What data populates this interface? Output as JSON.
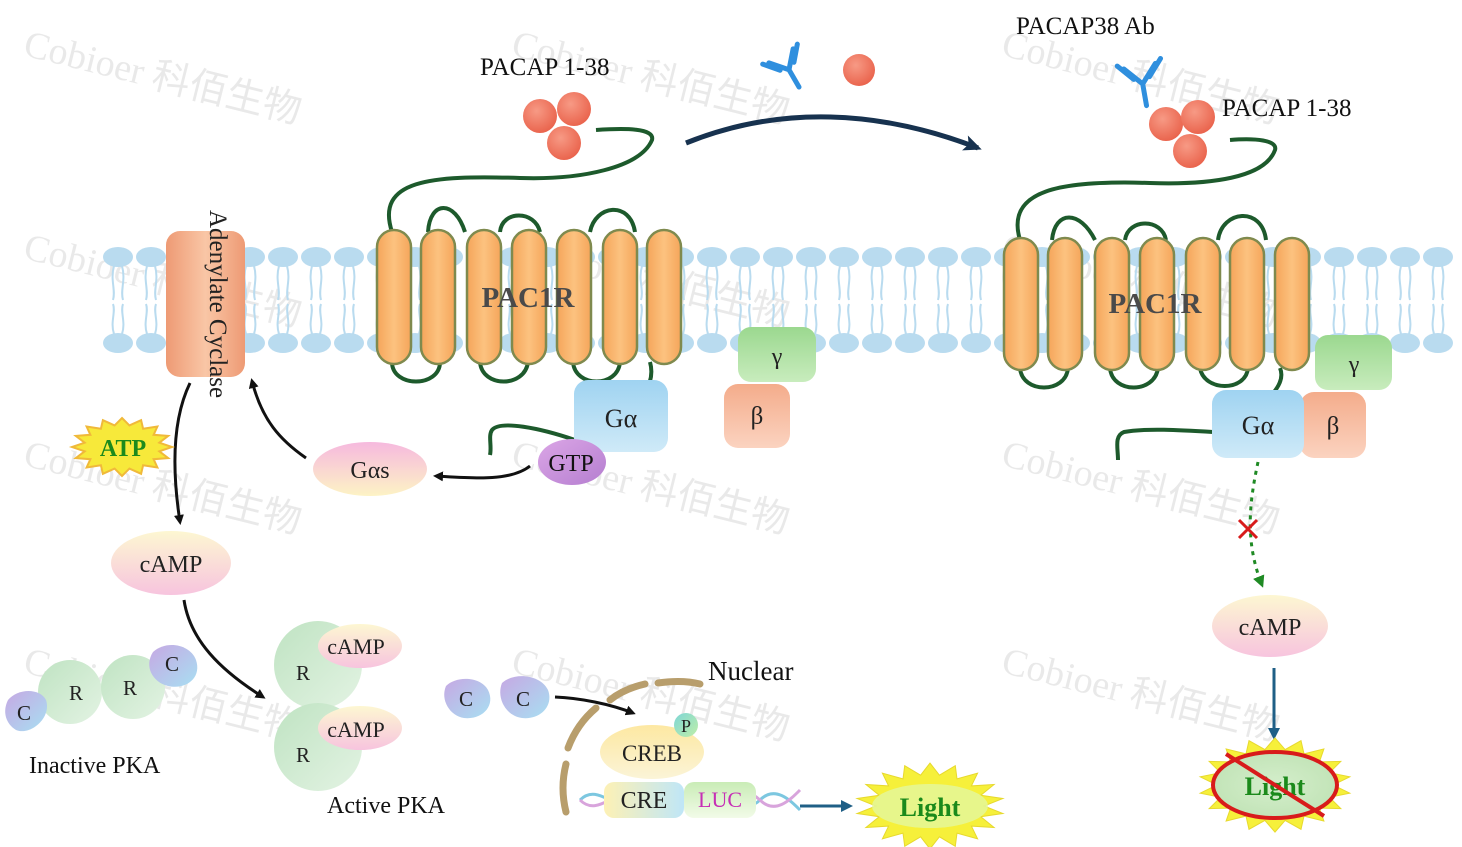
{
  "watermark": "Cobioer 科佰生物",
  "left": {
    "ligand_label": "PACAP 1-38",
    "receptor_label": "PAC1R",
    "adenylate_cyclase": "Adenylate Cyclase",
    "g_alpha": "Gα",
    "g_beta": "β",
    "g_gamma": "γ",
    "gtp": "GTP",
    "g_alpha_s": "Gαs",
    "atp": "ATP",
    "camp": "cAMP",
    "pka_inactive_label": "Inactive PKA",
    "pka_active_label": "Active PKA",
    "pka_r": "R",
    "pka_c": "C",
    "nuclear_label": "Nuclear",
    "p": "P",
    "creb": "CREB",
    "cre": "CRE",
    "luc": "LUC",
    "light": "Light"
  },
  "right": {
    "antibody_label": "PACAP38 Ab",
    "ligand_label": "PACAP 1-38",
    "receptor_label": "PAC1R",
    "g_alpha": "Gα",
    "g_beta": "β",
    "g_gamma": "γ",
    "camp": "cAMP",
    "light": "Light"
  },
  "colors": {
    "membrane": "#b9dbef",
    "helix_fill": "#f9b56d",
    "helix_stroke": "#7f8a4e",
    "loop": "#1d5a2c",
    "ligand": "#ef7058",
    "antibody": "#2f8fde",
    "arrow_dark": "#17324f",
    "light_star": "#f6f03a",
    "light_text": "#1b8a1b",
    "blocked": "#d81b1b"
  }
}
